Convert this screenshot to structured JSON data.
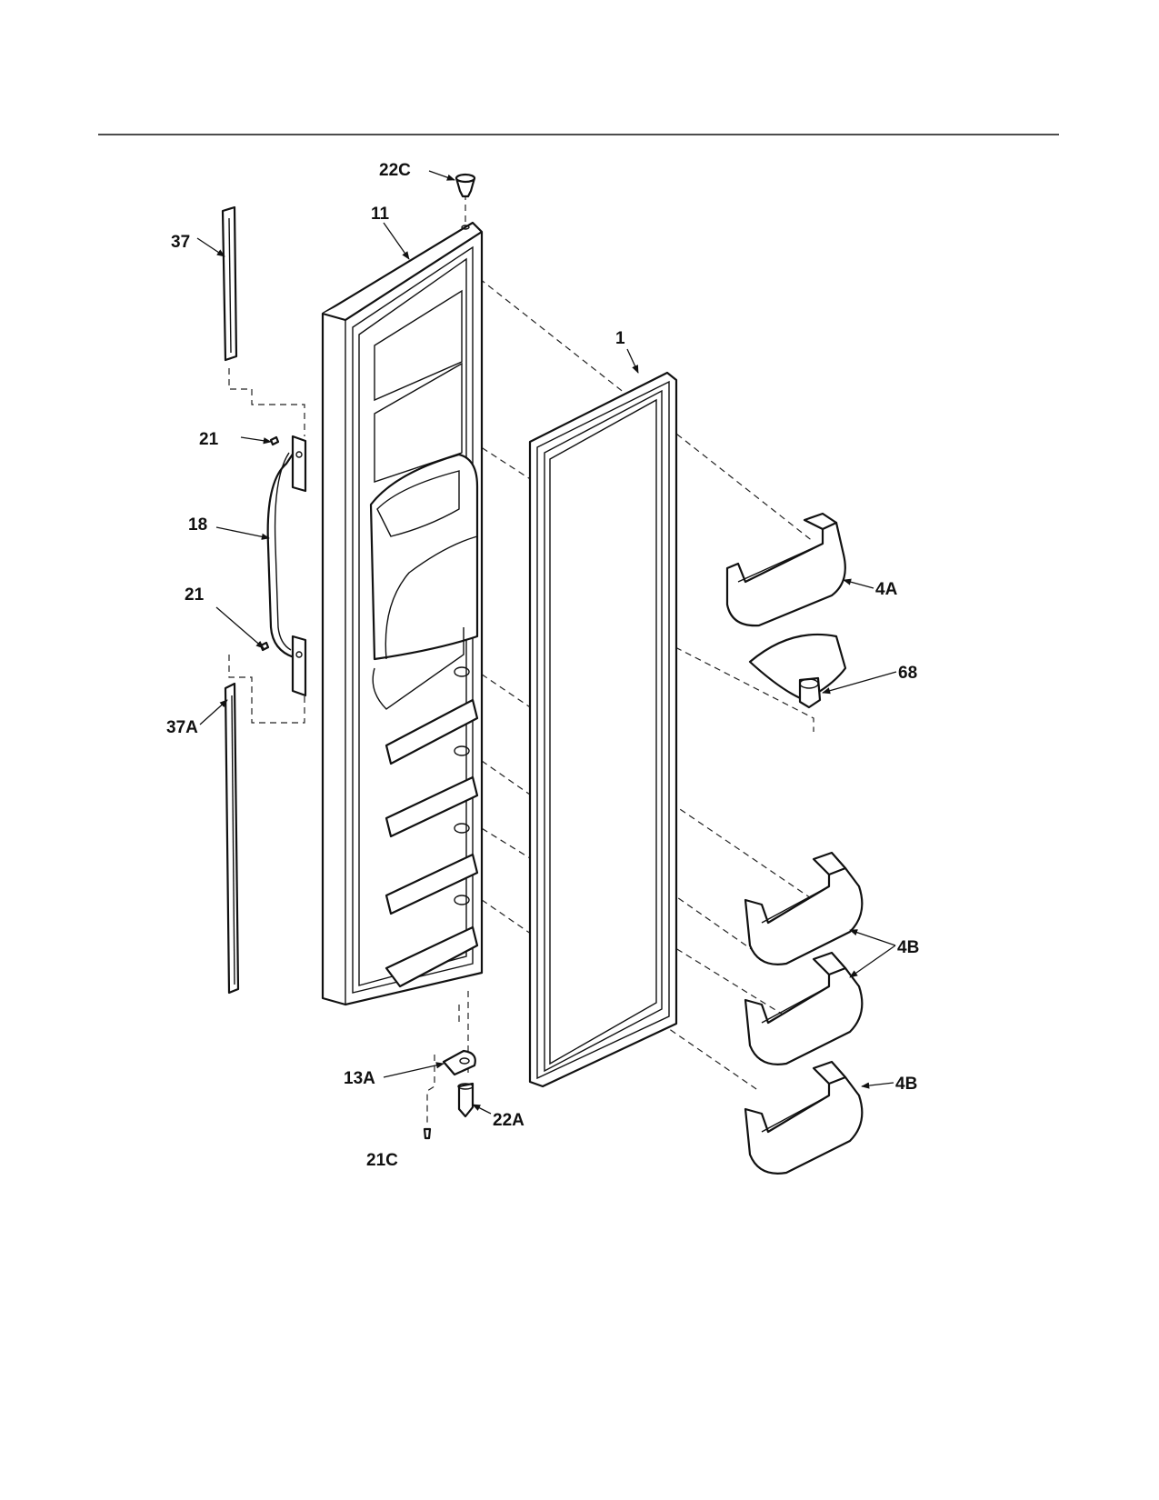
{
  "diagram": {
    "labels": {
      "p22c": "22C",
      "p11": "11",
      "p37": "37",
      "p1": "1",
      "p21_top": "21",
      "p18": "18",
      "p21_bottom": "21",
      "p4a": "4A",
      "p68": "68",
      "p37a": "37A",
      "p4b_top": "4B",
      "p4b_bottom": "4B",
      "p13a": "13A",
      "p22a": "22A",
      "p21c": "21C"
    }
  }
}
